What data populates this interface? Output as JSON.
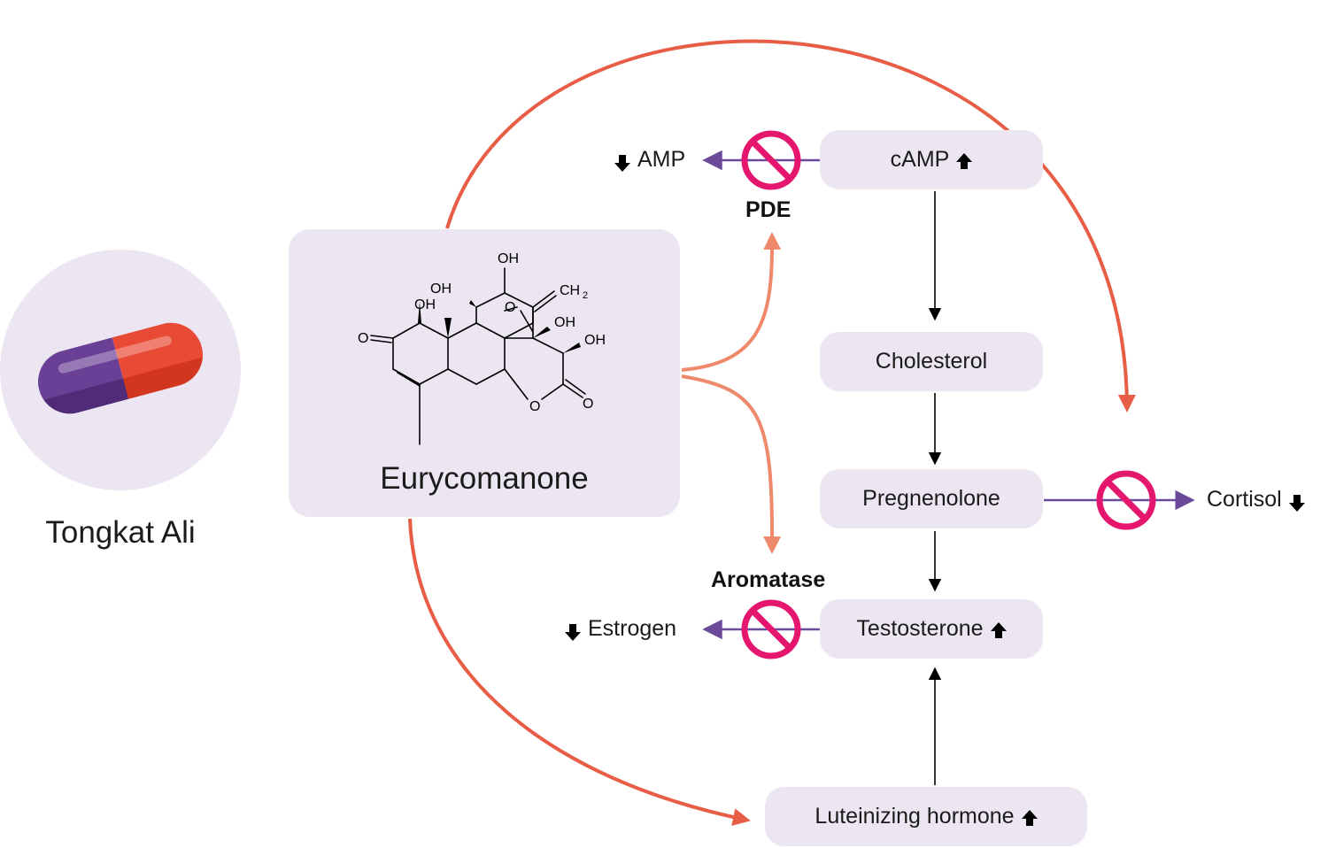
{
  "supplement": {
    "name": "Tongkat Ali"
  },
  "compound": {
    "name": "Eurycomanone",
    "atom_labels": {
      "oh": "OH",
      "o": "O",
      "ch2": "CH",
      "ch2_sub": "2"
    }
  },
  "nodes": {
    "camp": "cAMP",
    "cholesterol": "Cholesterol",
    "pregnenolone": "Pregnenolone",
    "testosterone": "Testosterone",
    "lh": "Luteinizing hormone"
  },
  "outputs": {
    "amp": "AMP",
    "estrogen": "Estrogen",
    "cortisol": "Cortisol"
  },
  "enzymes": {
    "pde": "PDE",
    "aromatase": "Aromatase"
  },
  "colors": {
    "node_fill": "#ebe6f2",
    "influence_arrow": "#e85d45",
    "enzyme_arrow": "#ee8a6b",
    "inhibited_path": "#6b4a9a",
    "inhibit_symbol": "#e5166e",
    "pill_purple": "#6a3f96",
    "pill_red": "#e84a35"
  }
}
